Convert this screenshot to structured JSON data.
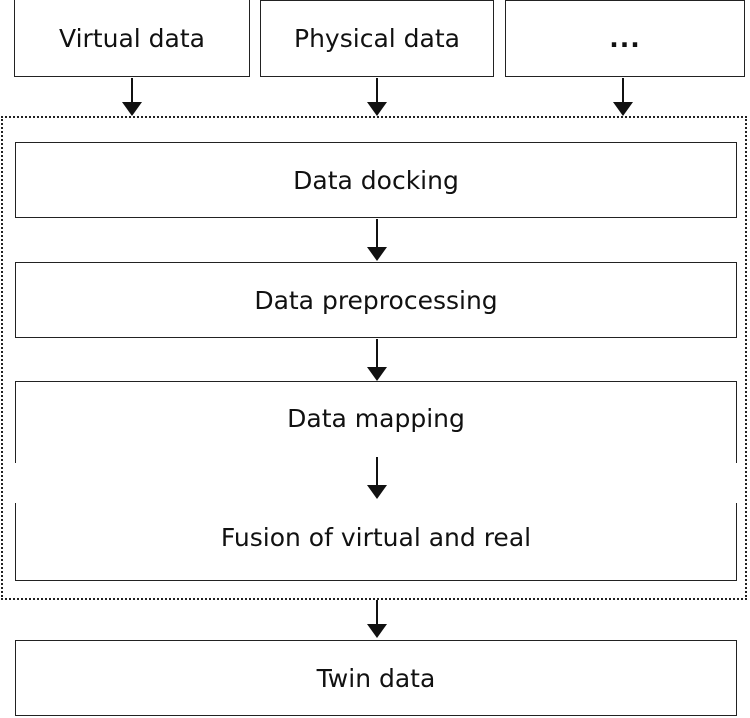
{
  "sources": {
    "virtual": "Virtual data",
    "physical": "Physical data",
    "more": "..."
  },
  "steps": {
    "docking": "Data docking",
    "preprocessing": "Data preprocessing",
    "mapping": "Data mapping",
    "fusion": "Fusion of virtual and real"
  },
  "output": {
    "twin": "Twin data"
  }
}
